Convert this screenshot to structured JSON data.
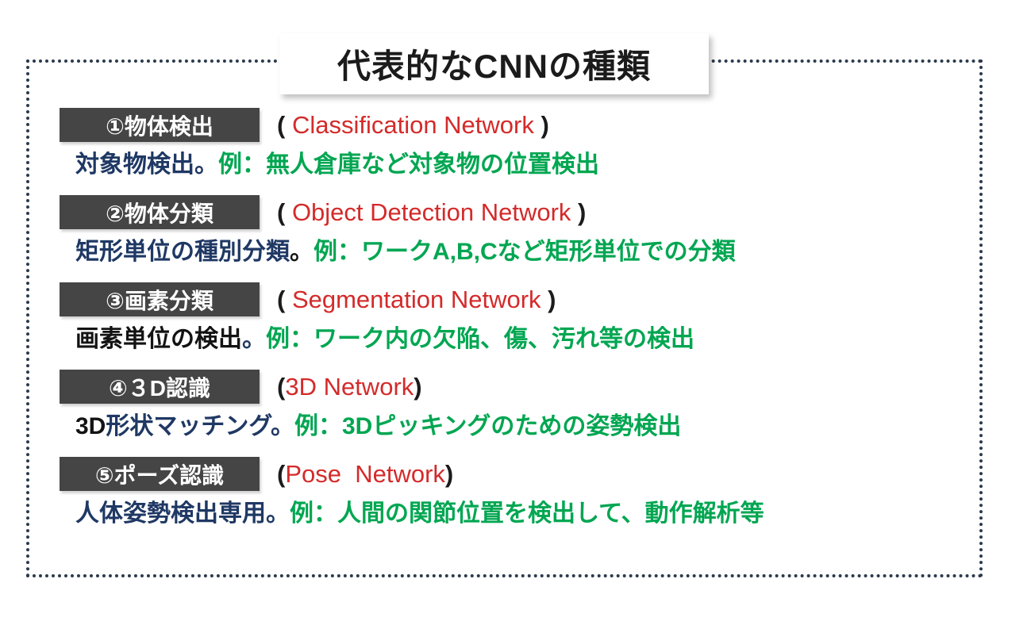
{
  "title": "代表的なCNNの種類",
  "colors": {
    "background": "#FFFFFF",
    "border_dots": "#2B3A4D",
    "badge_bg": "#454545",
    "badge_text": "#FFFFFF",
    "paren_black": "#1B1B1B",
    "network_red": "#D42A2A",
    "lead_navy": "#1F3864",
    "lead_black": "#131313",
    "example_green": "#00A651"
  },
  "rows": [
    {
      "badge": "①物体検出",
      "paren_open": "( ",
      "network": "Classification Network",
      "paren_close": " )",
      "lead": [
        {
          "t": "対象物検出。",
          "cls": "navy"
        }
      ],
      "example": "例：無人倉庫など対象物の位置検出"
    },
    {
      "badge": "②物体分類",
      "paren_open": "( ",
      "network": "Object Detection Network",
      "paren_close": " )",
      "lead": [
        {
          "t": "矩形単位の種別分類",
          "cls": "navy"
        },
        {
          "t": "。",
          "cls": "ink"
        }
      ],
      "example": "例：ワークA,B,Cなど矩形単位での分類"
    },
    {
      "badge": "③画素分類",
      "paren_open": "( ",
      "network": "Segmentation Network",
      "paren_close": " )",
      "lead": [
        {
          "t": "画素単位の検出",
          "cls": "ink"
        },
        {
          "t": "。",
          "cls": "navy"
        }
      ],
      "example": "例：ワーク内の欠陥、傷、汚れ等の検出"
    },
    {
      "badge": "④３D認識",
      "paren_open": "(",
      "network": "3D Network",
      "paren_close": ")",
      "lead": [
        {
          "t": "3D",
          "cls": "ink"
        },
        {
          "t": "形状マッチング。",
          "cls": "navy"
        }
      ],
      "example": "例：3Dピッキングのための姿勢検出"
    },
    {
      "badge": "⑤ポーズ認識",
      "paren_open": "(",
      "network": "Pose  Network",
      "paren_close": ")",
      "lead": [
        {
          "t": "人体姿勢検出専用。",
          "cls": "navy"
        }
      ],
      "example": "例：人間の関節位置を検出して、動作解析等"
    }
  ]
}
